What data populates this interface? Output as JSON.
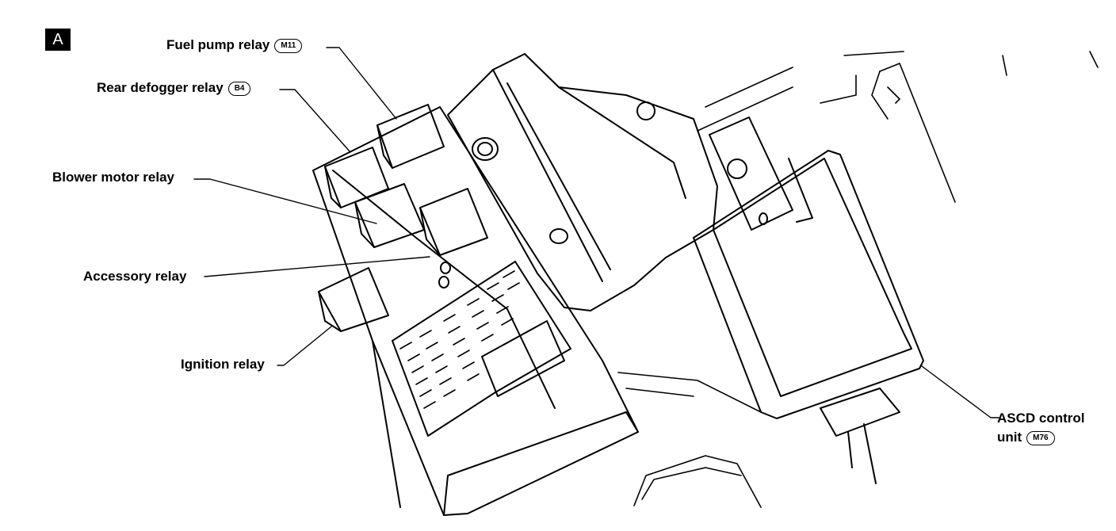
{
  "panel": {
    "badge": "A"
  },
  "labels": {
    "fuel_pump_relay": {
      "text": "Fuel pump relay",
      "connector": "M11"
    },
    "rear_defogger_relay": {
      "text": "Rear defogger relay",
      "connector": "B4"
    },
    "blower_motor_relay": {
      "text": "Blower motor relay"
    },
    "accessory_relay": {
      "text": "Accessory relay"
    },
    "ignition_relay": {
      "text": "Ignition relay"
    },
    "ascd_control_unit": {
      "line1": "ASCD control",
      "line2": "unit",
      "connector": "M76"
    }
  }
}
